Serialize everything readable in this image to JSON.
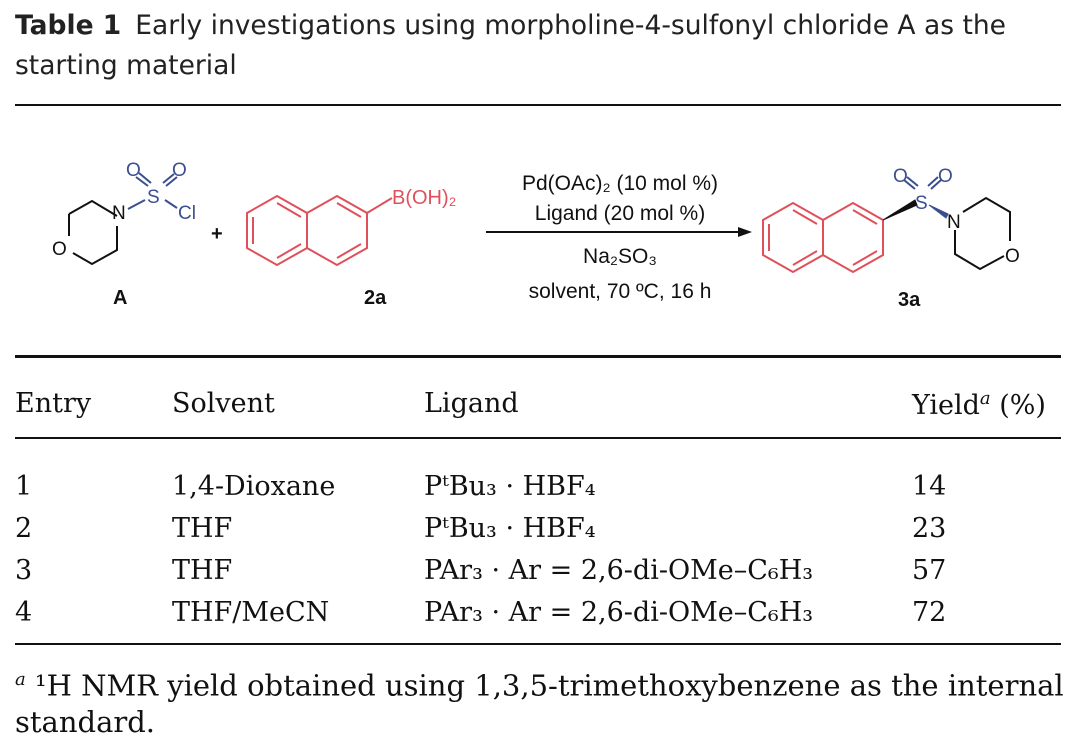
{
  "caption": {
    "label": "Table 1",
    "text": "Early investigations using morpholine-4-sulfonyl chloride A as the starting material"
  },
  "scheme": {
    "reagent_A": {
      "label": "A",
      "atoms": {
        "o1": "O",
        "o2": "O",
        "s": "S",
        "n": "N",
        "cl": "Cl",
        "o_ring": "O"
      },
      "atom_color": "#3a4f8f"
    },
    "plus": "+",
    "reagent_2a": {
      "label": "2a",
      "group": "B(OH)₂",
      "color": "#e0505a"
    },
    "conditions": {
      "line1": "Pd(OAc)₂ (10 mol %)",
      "line2": "Ligand (20 mol %)",
      "line3": "Na₂SO₃",
      "line4": "solvent, 70 ºC, 16 h"
    },
    "product": {
      "label": "3a",
      "atoms": {
        "o1": "O",
        "o2": "O",
        "s": "S",
        "n": "N",
        "o_ring": "O"
      }
    }
  },
  "table": {
    "headers": {
      "entry": "Entry",
      "solvent": "Solvent",
      "ligand": "Ligand",
      "yield": "Yield",
      "yield_note": "a",
      "yield_unit": " (%)"
    },
    "rows": [
      {
        "entry": "1",
        "solvent": "1,4-Dioxane",
        "ligand": "PᵗBu₃ · HBF₄",
        "yield": "14"
      },
      {
        "entry": "2",
        "solvent": "THF",
        "ligand": "PᵗBu₃ · HBF₄",
        "yield": "23"
      },
      {
        "entry": "3",
        "solvent": "THF",
        "ligand": "PAr₃ · Ar = 2,6-di-OMe–C₆H₃",
        "yield": "57"
      },
      {
        "entry": "4",
        "solvent": "THF/MeCN",
        "ligand": "PAr₃ · Ar = 2,6-di-OMe–C₆H₃",
        "yield": "72"
      }
    ]
  },
  "footnote": {
    "mark": "a",
    "text": " ¹H NMR yield obtained using 1,3,5-trimethoxybenzene as the internal standard."
  }
}
